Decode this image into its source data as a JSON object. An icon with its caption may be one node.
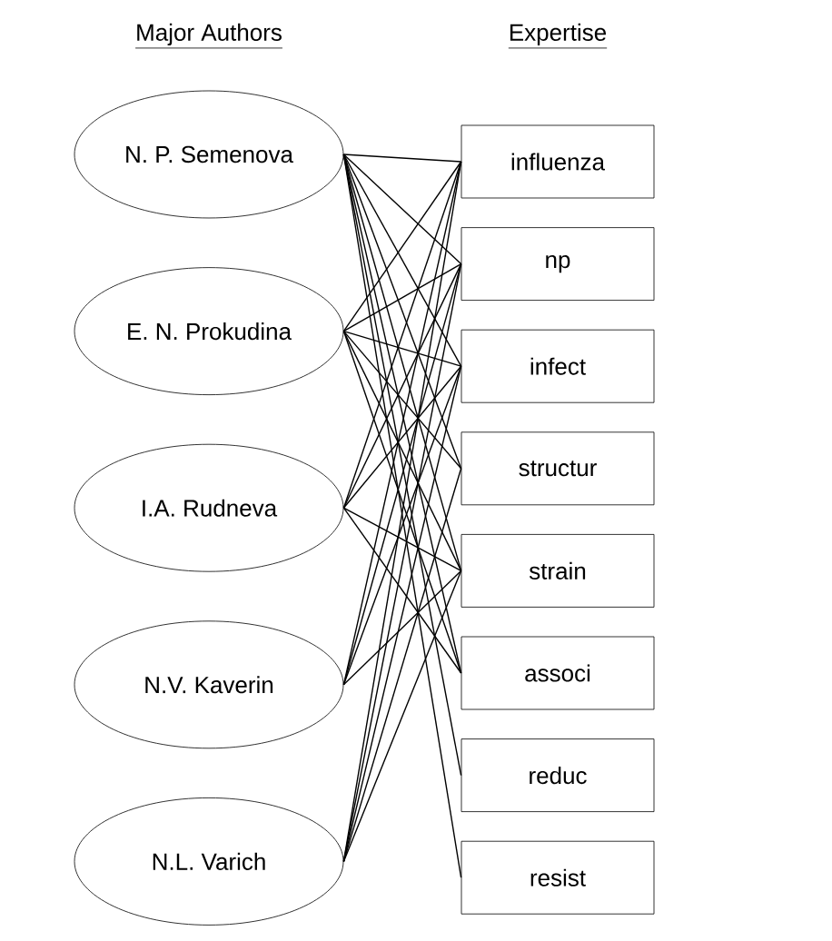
{
  "diagram": {
    "nodes": [
      {
        "text": [
          "N. P. Semenova"
        ]
      },
      {
        "text": [
          "E. N. Prokudina"
        ]
      },
      {
        "text": [
          "I.A. Rudneva"
        ]
      },
      {
        "text": [
          "N.V. Kaverin"
        ]
      },
      {
        "text": [
          "N.L. Varich"
        ]
      },
      {
        "text": [
          "influenza"
        ]
      },
      {
        "text": [
          "np"
        ]
      },
      {
        "text": [
          "infect"
        ]
      },
      {
        "text": [
          "structur"
        ]
      },
      {
        "text": [
          "strain"
        ]
      },
      {
        "text": [
          "associ"
        ]
      },
      {
        "text": [
          "reduc"
        ]
      },
      {
        "text": [
          "resist"
        ]
      }
    ],
    "edges": [
      {
        "from": 0,
        "to": 5,
        "arrow": "none"
      },
      {
        "from": 0,
        "to": 6,
        "arrow": "none"
      },
      {
        "from": 0,
        "to": 7,
        "arrow": "none"
      },
      {
        "from": 0,
        "to": 8,
        "arrow": "none"
      },
      {
        "from": 0,
        "to": 9,
        "arrow": "none"
      },
      {
        "from": 0,
        "to": 10,
        "arrow": "none"
      },
      {
        "from": 0,
        "to": 11,
        "arrow": "none"
      },
      {
        "from": 0,
        "to": 12,
        "arrow": "none"
      },
      {
        "from": 1,
        "to": 5,
        "arrow": "none"
      },
      {
        "from": 1,
        "to": 6,
        "arrow": "none"
      },
      {
        "from": 1,
        "to": 7,
        "arrow": "none"
      },
      {
        "from": 1,
        "to": 8,
        "arrow": "none"
      },
      {
        "from": 1,
        "to": 9,
        "arrow": "none"
      },
      {
        "from": 1,
        "to": 10,
        "arrow": "none"
      },
      {
        "from": 2,
        "to": 5,
        "arrow": "none"
      },
      {
        "from": 2,
        "to": 6,
        "arrow": "none"
      },
      {
        "from": 2,
        "to": 7,
        "arrow": "none"
      },
      {
        "from": 2,
        "to": 9,
        "arrow": "none"
      },
      {
        "from": 2,
        "to": 10,
        "arrow": "none"
      },
      {
        "from": 3,
        "to": 5,
        "arrow": "none"
      },
      {
        "from": 3,
        "to": 6,
        "arrow": "none"
      },
      {
        "from": 3,
        "to": 7,
        "arrow": "none"
      },
      {
        "from": 3,
        "to": 9,
        "arrow": "none"
      },
      {
        "from": 4,
        "to": 5,
        "arrow": "none"
      },
      {
        "from": 4,
        "to": 6,
        "arrow": "none"
      },
      {
        "from": 4,
        "to": 7,
        "arrow": "none"
      },
      {
        "from": 4,
        "to": 8,
        "arrow": "none"
      },
      {
        "from": 4,
        "to": 9,
        "arrow": "none"
      }
    ],
    "labels": [
      "Major Authors",
      "Expertise"
    ]
  }
}
